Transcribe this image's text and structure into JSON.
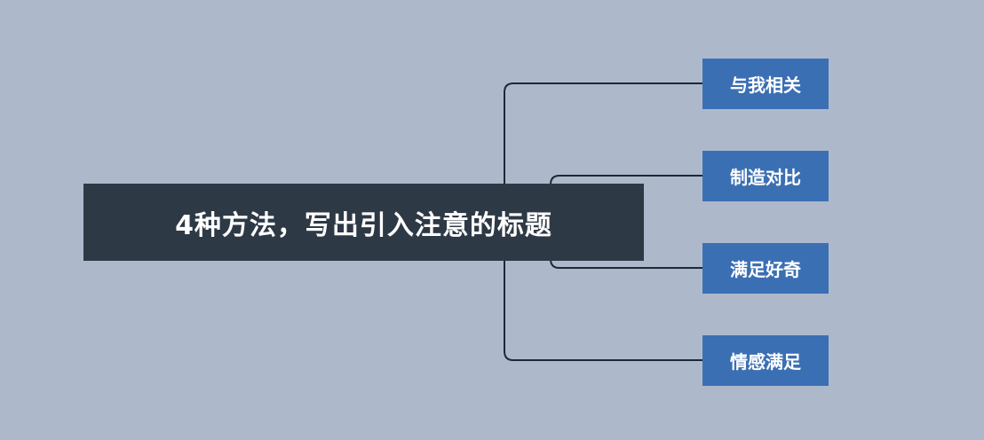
{
  "title": "4种方法，写出引入注意的标题",
  "branches": [
    {
      "label": "与我相关"
    },
    {
      "label": "制造对比"
    },
    {
      "label": "满足好奇"
    },
    {
      "label": "情感满足"
    }
  ],
  "colors": {
    "background": "#adb9cb",
    "center": "#2e3946",
    "branch": "#3b6fb4",
    "line": "#1f2833"
  }
}
